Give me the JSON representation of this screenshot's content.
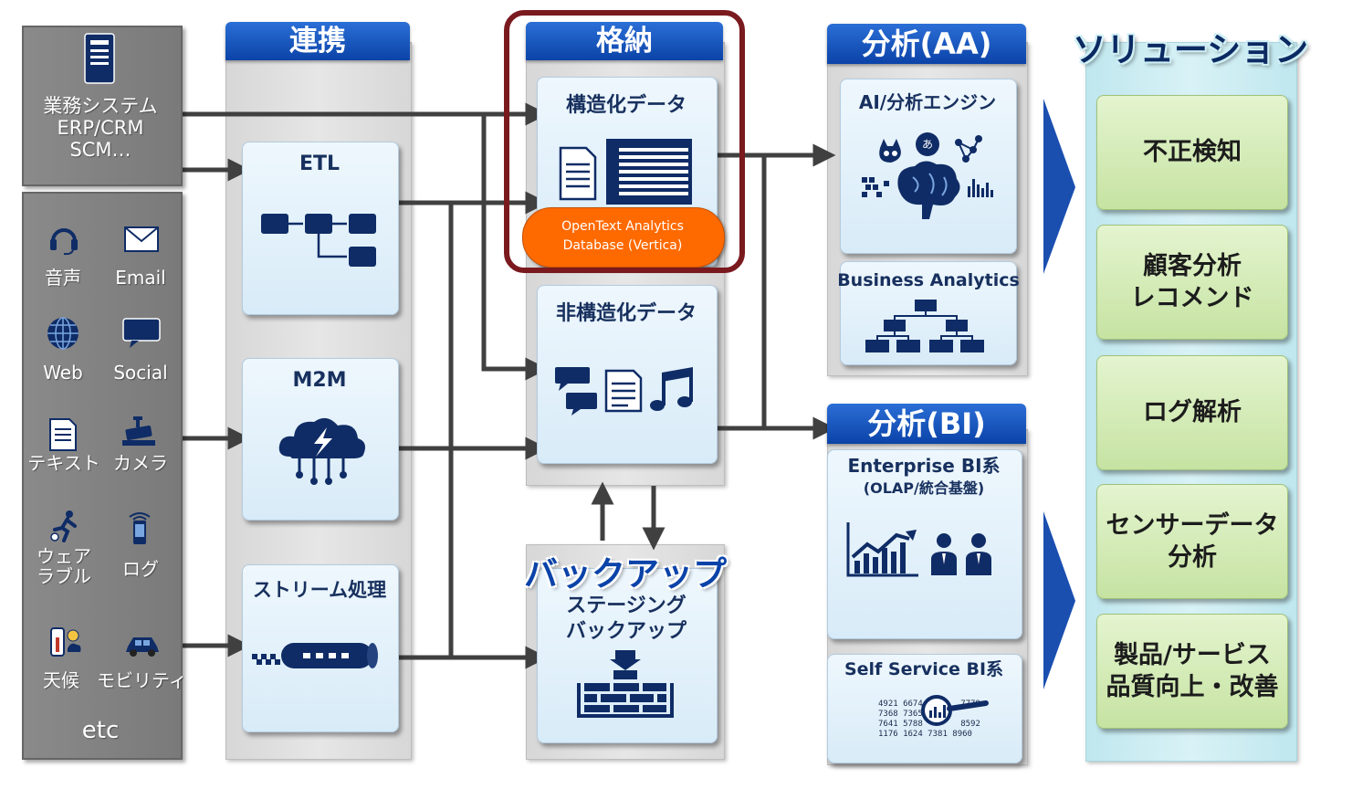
{
  "sources": {
    "systems_label": "業務システム\nERP/CRM\nSCM…",
    "items": [
      {
        "label": "音声",
        "icon": "headset-icon"
      },
      {
        "label": "Email",
        "icon": "envelope-icon"
      },
      {
        "label": "Web",
        "icon": "globe-icon"
      },
      {
        "label": "Social",
        "icon": "chat-bubble-icon"
      },
      {
        "label": "テキスト",
        "icon": "document-icon"
      },
      {
        "label": "カメラ",
        "icon": "camera-icon"
      },
      {
        "label": "ウェア\nラブル",
        "icon": "runner-icon"
      },
      {
        "label": "ログ",
        "icon": "phone-signal-icon"
      },
      {
        "label": "天候",
        "icon": "thermometer-icon"
      },
      {
        "label": "モビリティ",
        "icon": "car-icon"
      }
    ],
    "etc_label": "etc"
  },
  "renkei": {
    "header": "連携",
    "etl": "ETL",
    "m2m": "M2M",
    "stream": "ストリーム処理"
  },
  "kakunou": {
    "header": "格納",
    "structured": "構造化データ",
    "vertica": "OpenText Analytics\nDatabase (Vertica)",
    "unstructured": "非構造化データ"
  },
  "backup": {
    "header": "バックアップ",
    "staging": "ステージング\nバックアップ"
  },
  "aa": {
    "header": "分析(AA)",
    "ai": "AI/分析エンジン",
    "ai_bubble": "あ",
    "business": "Business Analytics"
  },
  "bi": {
    "header": "分析(BI)",
    "enterprise": "Enterprise BI系",
    "enterprise_sub": "(OLAP/統合基盤)",
    "self": "Self Service BI系",
    "numbers": [
      "4921  6674",
      "7368  7365",
      "7641  5788",
      "1176  1624  7381  8960"
    ],
    "numbers_right": [
      "7779",
      "",
      "8592",
      ""
    ]
  },
  "solution": {
    "header": "ソリューション",
    "items": [
      "不正検知",
      "顧客分析\nレコメンド",
      "ログ解析",
      "センサーデータ\n分析",
      "製品/サービス\n品質向上・改善"
    ]
  },
  "colors": {
    "header_blue": "#0b43a8",
    "highlight": "#7a1a1f",
    "vertica_orange": "#ff6a00",
    "solution_green": "#c6e3a2"
  }
}
